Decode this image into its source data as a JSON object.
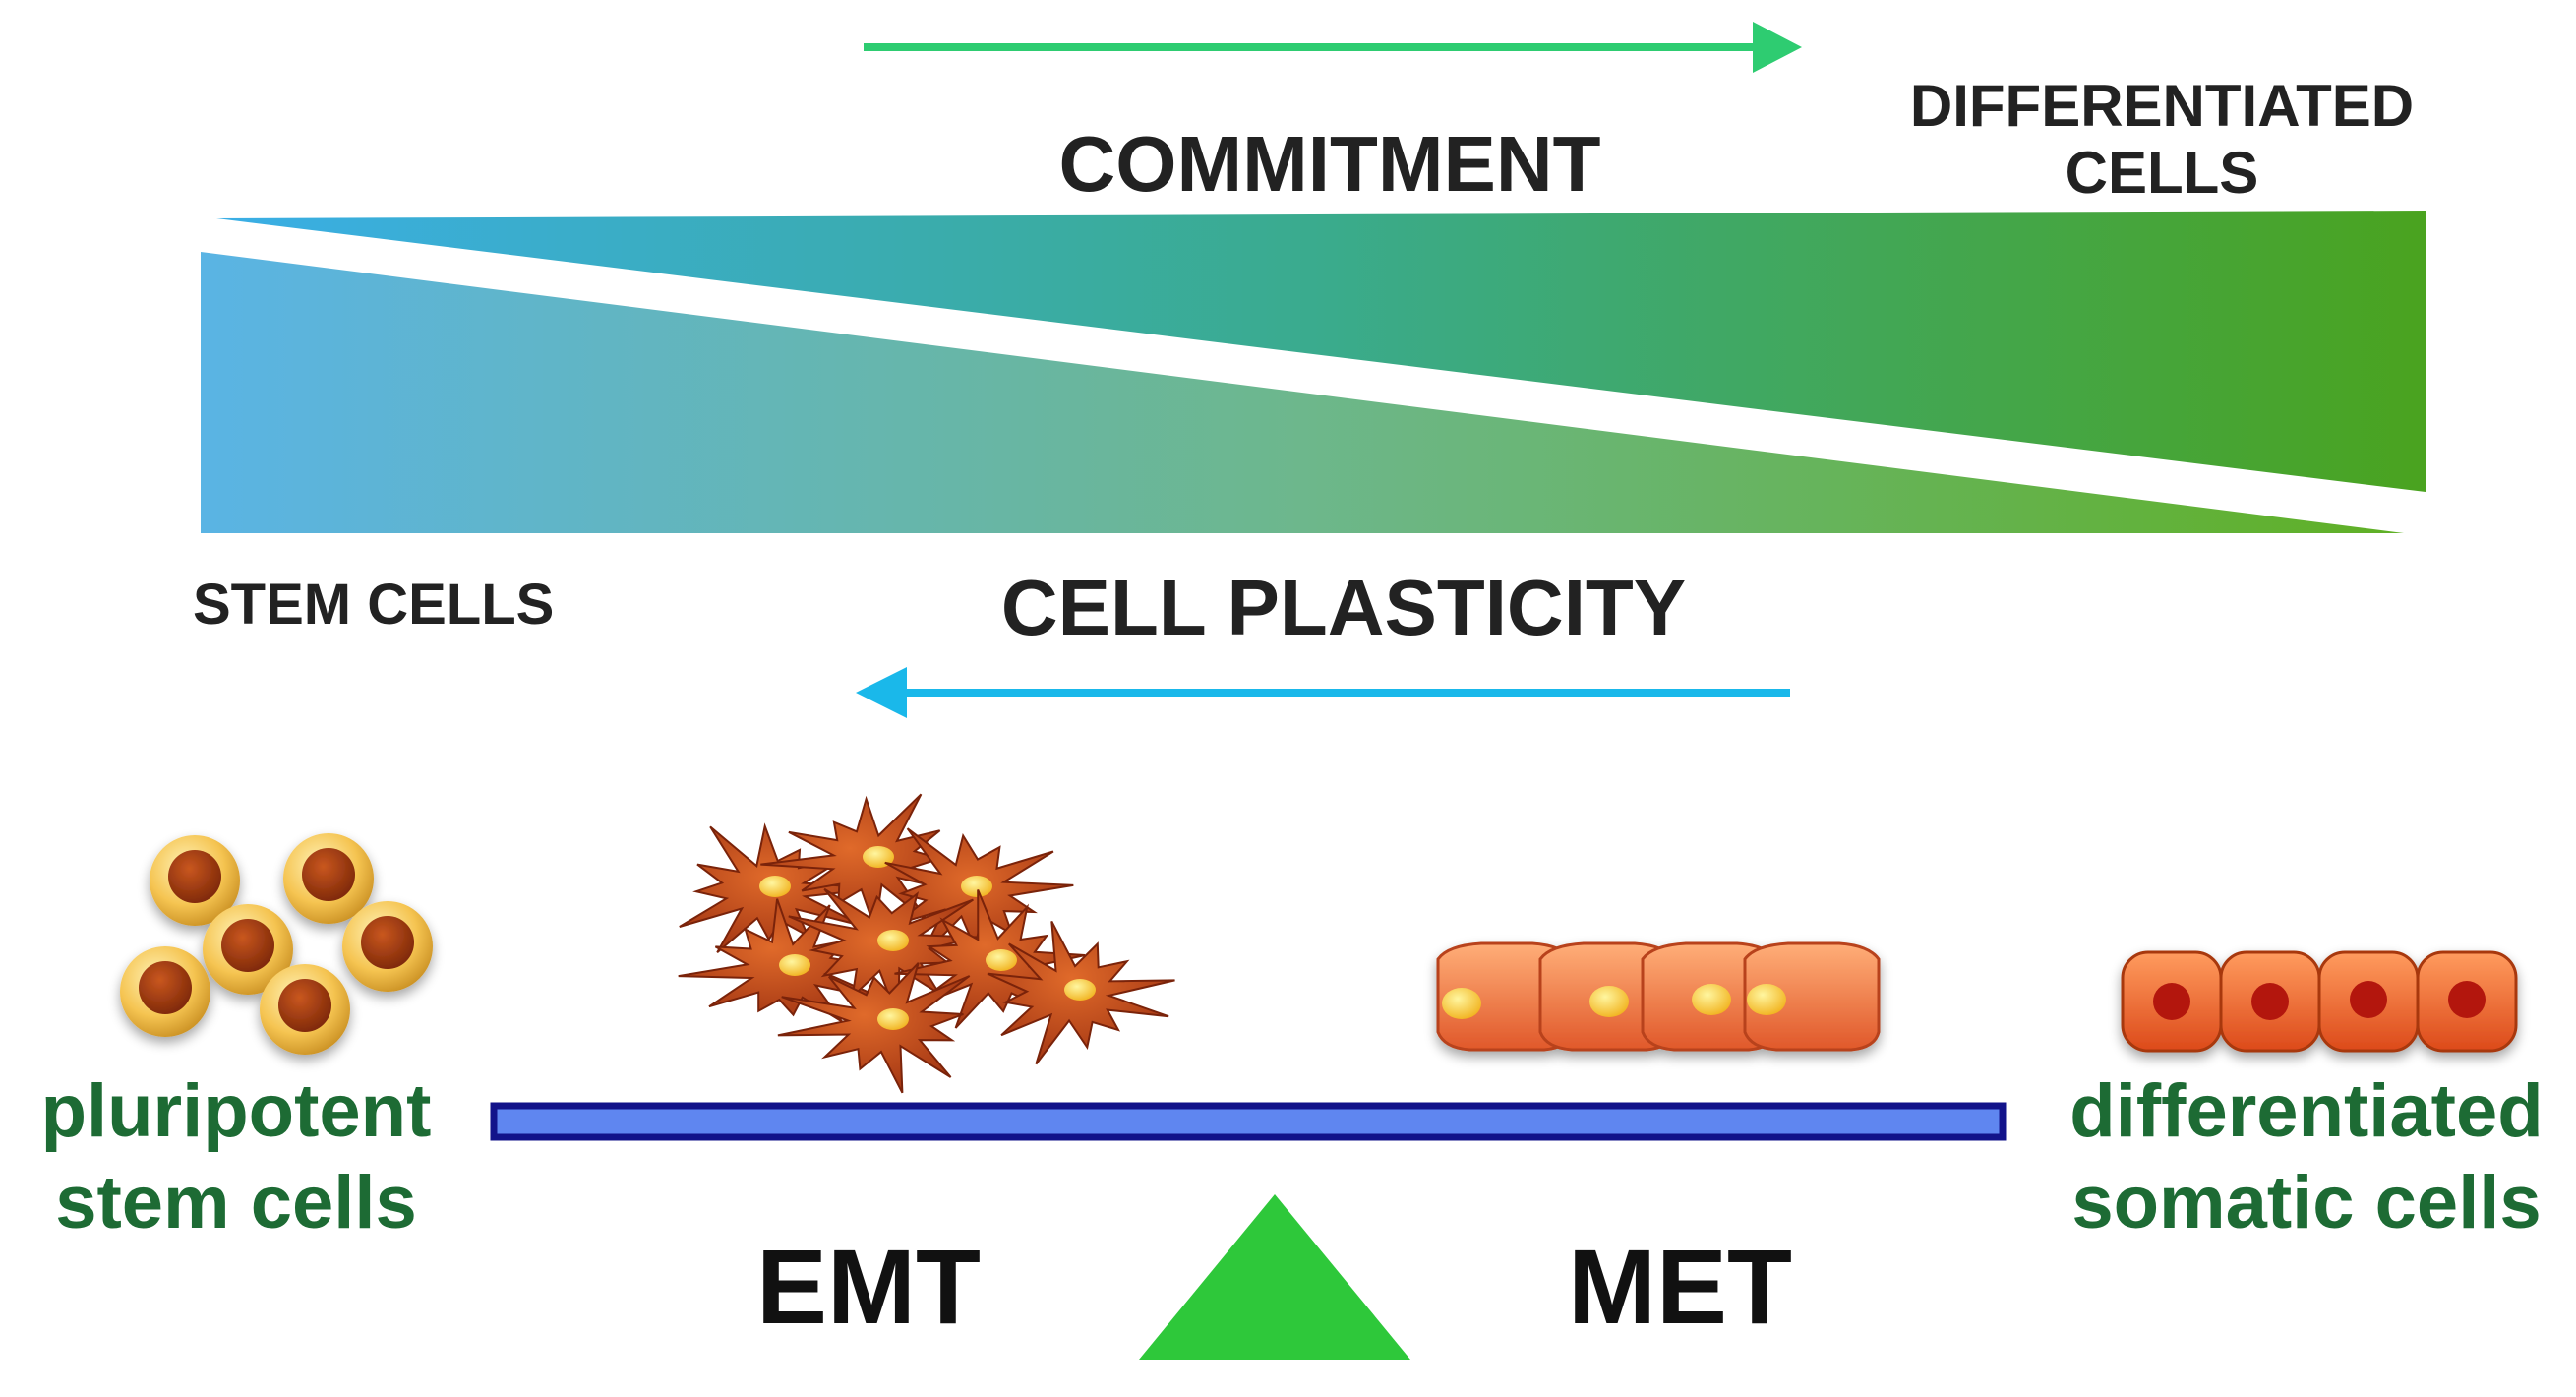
{
  "labels": {
    "commitment": "COMMITMENT",
    "differentiated_cells_line1": "DIFFERENTIATED",
    "differentiated_cells_line2": "CELLS",
    "stem_cells": "STEM CELLS",
    "cell_plasticity": "CELL PLASTICITY",
    "pluripotent_line1": "pluripotent",
    "pluripotent_line2": "stem cells",
    "differentiated_somatic_line1": "differentiated",
    "differentiated_somatic_line2": "somatic cells",
    "emt": "EMT",
    "met": "MET"
  },
  "colors": {
    "commitment_arrow": "#2ecc71",
    "plasticity_arrow": "#1ab8ea",
    "wedge_blue": "#3aaee6",
    "wedge_green": "#4aa31f",
    "lower_wedge_blue": "#5ab4e4",
    "lower_wedge_green": "#5fb025",
    "dark_text": "#222222",
    "green_text": "#1d6b34",
    "beam_fill": "#5f86f0",
    "beam_border": "#12138a",
    "fulcrum": "#2ec83a",
    "stem_cell_rim": "#f5c451",
    "stem_cell_nucleus": "#a33a0f",
    "mesenchymal_cell": "#c4481a",
    "epithelial_cell": "#f07a3c",
    "somatic_nucleus": "#b3180f"
  }
}
